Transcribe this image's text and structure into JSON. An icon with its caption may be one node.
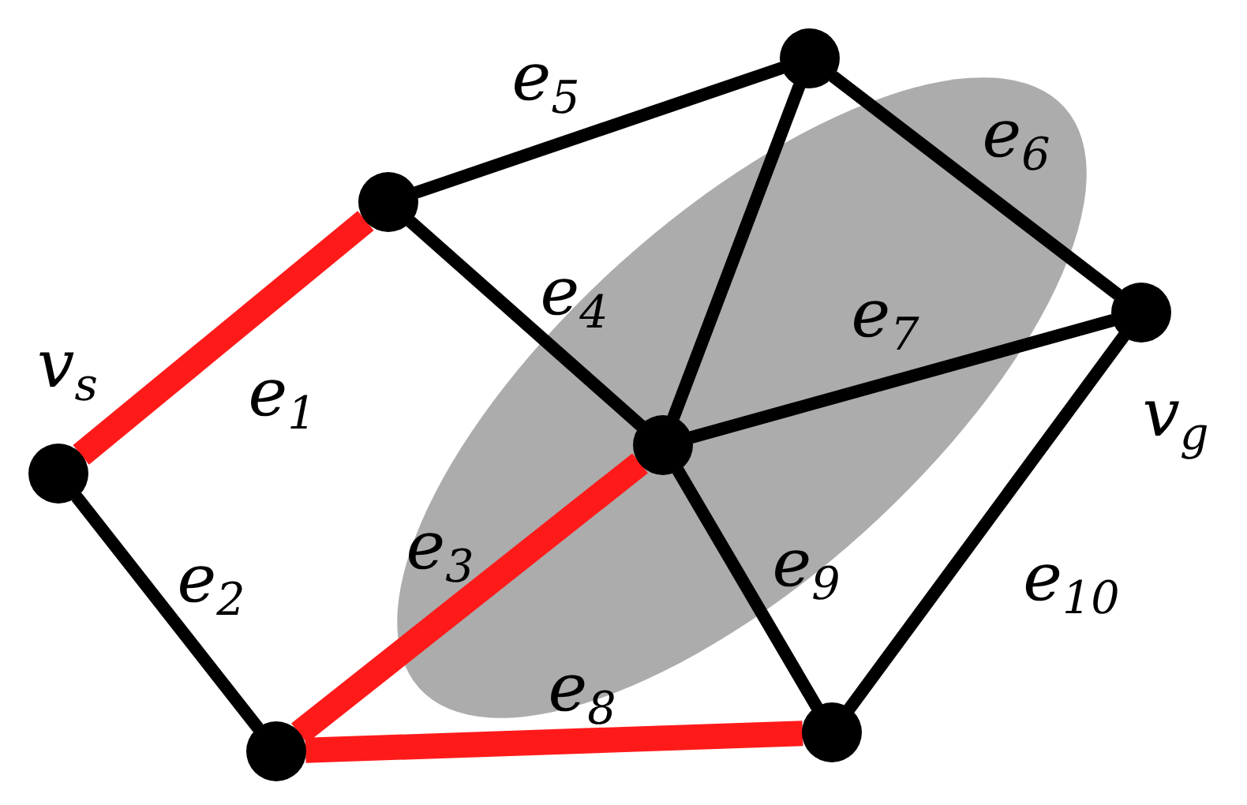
{
  "diagram": {
    "nodes": [
      {
        "text": [],
        "shape": "circle",
        "beside": [
          "v$_{s}$"
        ]
      },
      {
        "text": [],
        "shape": "circle"
      },
      {
        "text": [],
        "shape": "circle"
      },
      {
        "text": [],
        "shape": "circle"
      },
      {
        "text": [],
        "shape": "circle"
      },
      {
        "text": [],
        "shape": "circle"
      },
      {
        "text": [],
        "shape": "circle",
        "beside": [
          "v$_{g}$"
        ]
      }
    ],
    "edges": [
      {
        "from": 0,
        "to": 2,
        "arrow": "none",
        "label": "e$_{1}$",
        "style": "thick",
        "color": "#ff1a1a"
      },
      {
        "from": 0,
        "to": 1,
        "arrow": "none",
        "label": "e$_{2}$"
      },
      {
        "from": 1,
        "to": 3,
        "arrow": "none",
        "label": "e$_{3}$",
        "style": "thick",
        "color": "#ff1a1a"
      },
      {
        "from": 2,
        "to": 3,
        "arrow": "none",
        "label": "e$_{4}$"
      },
      {
        "from": 2,
        "to": 4,
        "arrow": "none",
        "label": "e$_{5}$"
      },
      {
        "from": 4,
        "to": 6,
        "arrow": "none",
        "label": "e$_{6}$"
      },
      {
        "from": 3,
        "to": 6,
        "arrow": "none",
        "label": "e$_{7}$"
      },
      {
        "from": 1,
        "to": 5,
        "arrow": "none",
        "label": "e$_{8}$",
        "style": "thick",
        "color": "#ff1a1a"
      },
      {
        "from": 3,
        "to": 5,
        "arrow": "none",
        "label": "e$_{9}$"
      },
      {
        "from": 5,
        "to": 6,
        "arrow": "none",
        "label": "e$_{10}$"
      },
      {
        "from": 4,
        "to": 3,
        "arrow": "none"
      }
    ]
  }
}
